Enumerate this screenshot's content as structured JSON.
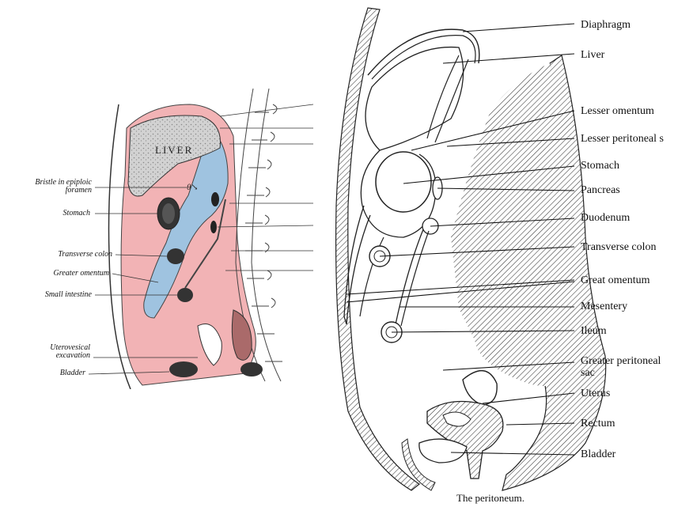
{
  "left_figure": {
    "organ_label": "LIVER",
    "labels": [
      {
        "id": "bristle",
        "lines": [
          "Bristle in epiploic",
          "foramen"
        ]
      },
      {
        "id": "stomach",
        "lines": [
          "Stomach"
        ]
      },
      {
        "id": "transverse-colon",
        "lines": [
          "Transverse colon"
        ]
      },
      {
        "id": "greater-omentum",
        "lines": [
          "Greater omentum"
        ]
      },
      {
        "id": "small-intestine",
        "lines": [
          "Small intestine"
        ]
      },
      {
        "id": "uterovesical",
        "lines": [
          "Uterovesical",
          "excavation"
        ]
      },
      {
        "id": "bladder",
        "lines": [
          "Bladder"
        ]
      }
    ]
  },
  "right_figure": {
    "labels": [
      {
        "id": "diaphragm",
        "lines": [
          "Diaphragm"
        ]
      },
      {
        "id": "liver",
        "lines": [
          "Liver"
        ]
      },
      {
        "id": "lesser-omentum",
        "lines": [
          "Lesser omentum"
        ]
      },
      {
        "id": "lesser-peritoneal-sac",
        "lines": [
          "Lesser peritoneal s"
        ]
      },
      {
        "id": "stomach",
        "lines": [
          "Stomach"
        ]
      },
      {
        "id": "pancreas",
        "lines": [
          "Pancreas"
        ]
      },
      {
        "id": "duodenum",
        "lines": [
          "Duodenum"
        ]
      },
      {
        "id": "transverse-colon",
        "lines": [
          "Transverse colon"
        ]
      },
      {
        "id": "great-omentum",
        "lines": [
          "Great omentum"
        ]
      },
      {
        "id": "mesentery",
        "lines": [
          "Mesentery"
        ]
      },
      {
        "id": "ileum",
        "lines": [
          "Ileum"
        ]
      },
      {
        "id": "greater-peritoneal-sac",
        "lines": [
          "Greater peritoneal",
          "sac"
        ]
      },
      {
        "id": "uterus",
        "lines": [
          "Uterus"
        ]
      },
      {
        "id": "rectum",
        "lines": [
          "Rectum"
        ]
      },
      {
        "id": "bladder",
        "lines": [
          "Bladder"
        ]
      }
    ],
    "caption": "The peritoneum."
  },
  "colors": {
    "peritoneum_pink": "#f2b3b5",
    "lesser_sac_blue": "#9fc3e0",
    "liver_gray": "#c8c8c8",
    "ink": "#111111"
  }
}
